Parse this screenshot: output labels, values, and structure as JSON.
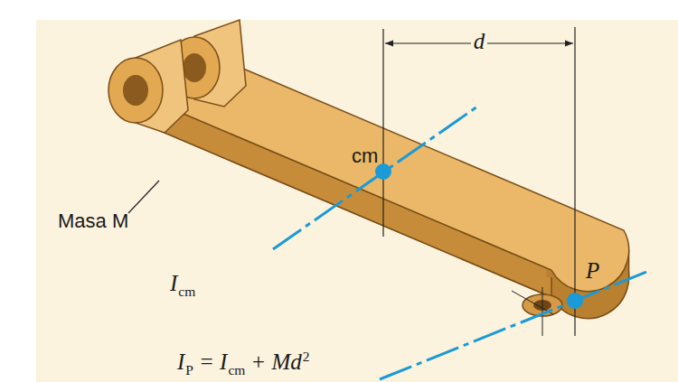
{
  "diagram": {
    "labels": [
      "d",
      "cm",
      "Masa M",
      "P",
      "I",
      "cm",
      "I",
      "P",
      "= I",
      "cm",
      "+ Md",
      "2"
    ]
  }
}
